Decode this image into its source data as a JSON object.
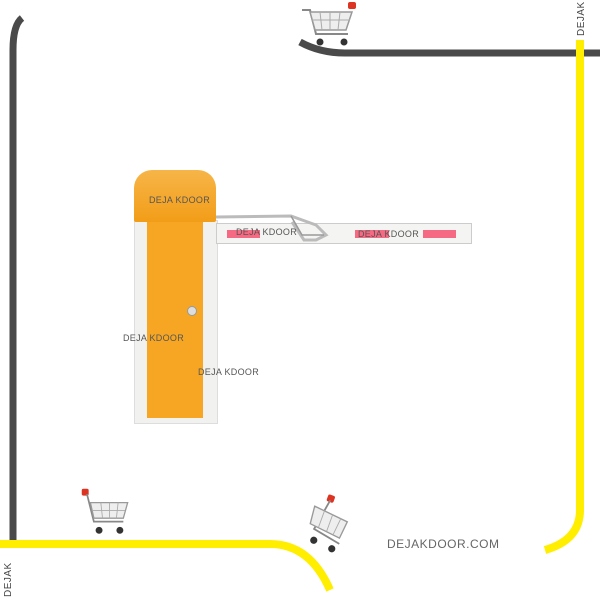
{
  "watermark": {
    "brand": "DEJAKDOOR",
    "brand_spaced": "DEJA KDOOR",
    "site": "DEJAKDOOR.COM",
    "corner_label": "DEJAK"
  },
  "colors": {
    "frame_dark": "#4a4a4a",
    "frame_yellow": "#ffee00",
    "cabinet_orange": "#f6a623",
    "boom_white": "#f4f4f2",
    "reflector_red": "#f56a82"
  },
  "icons": [
    "shopping-cart-icon",
    "shopping-cart-icon",
    "shopping-cart-icon"
  ]
}
